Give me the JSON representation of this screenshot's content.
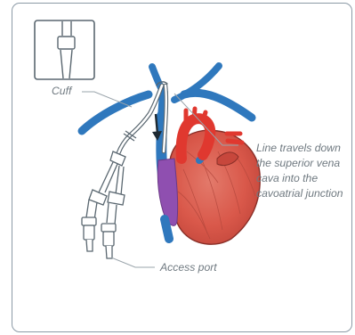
{
  "labels": {
    "cuff": "Cuff",
    "description": [
      "Line travels down",
      "the superior vena",
      "cava into the",
      "cavoatrial junction"
    ],
    "access_port": "Access port"
  },
  "colors": {
    "frame": "#8c9aa6",
    "vein_blue": "#2f78bd",
    "artery_red": "#e0382f",
    "heart_muscle": "#dd5a4c",
    "catheter_purple": "#8f4fb0",
    "label_text": "#6f7980",
    "outline": "#5a6770"
  },
  "icons": [
    "catheter-inset-icon",
    "direction-arrow-icon",
    "heart-illustration"
  ]
}
